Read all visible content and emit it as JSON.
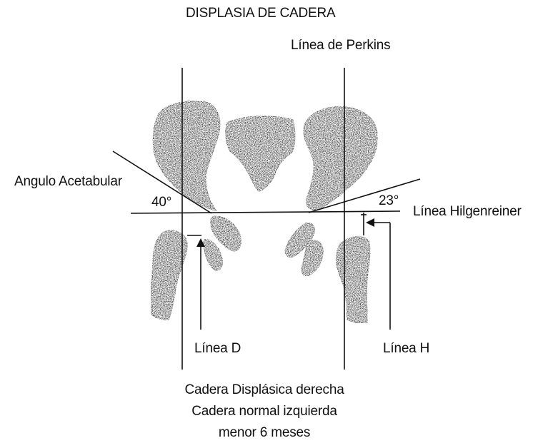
{
  "title": "DISPLASIA DE CADERA",
  "labels": {
    "perkins": "Línea de Perkins",
    "acetabular": "Angulo Acetabular",
    "hilgenreiner": "Línea Hilgenreiner",
    "angle_right": "40°",
    "angle_left": "23°",
    "linea_d": "Línea D",
    "linea_h": "Línea H"
  },
  "caption": {
    "line1": "Cadera Displásica derecha",
    "line2": "Cadera normal izquierda",
    "line3": "menor 6 meses"
  },
  "colors": {
    "ink": "#111111",
    "bone_fill": "#6e6e6e",
    "background": "#ffffff"
  }
}
